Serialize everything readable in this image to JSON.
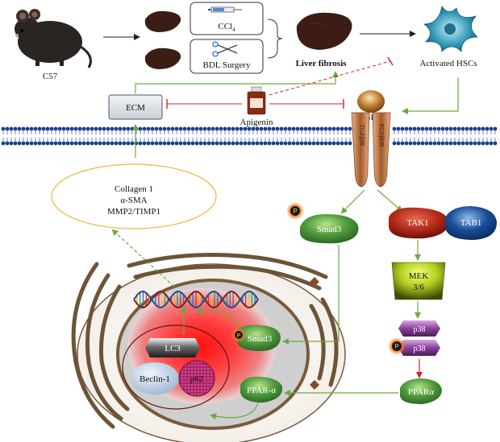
{
  "figure": {
    "mouse_label": "C57",
    "ccl4_label": "CCl",
    "ccl4_subscript": "4",
    "bdl_label": "BDL Surgery",
    "liver_fibrosis_label": "Liver fibrosis",
    "activated_hsc_label": "Activated HSCs",
    "ecm_label": "ECM",
    "apigenin_label": "Apigenin",
    "tgfb_label": "TGF-β",
    "receptor1_label": "TGFβIR",
    "receptor2_label": "TGFβIIR",
    "markers": [
      "Collagen 1",
      "α-SMA",
      "MMP2/TIMP1"
    ],
    "smad3_label": "Smad3",
    "tak1_label": "TAK1",
    "tab1_label": "TAB1",
    "mek_label_1": "MEK",
    "mek_label_2": "3/6",
    "p38_label": "p38",
    "ppar_alpha_label": "PPARα",
    "ppar_alpha_nuclear_label": "PPAR-α",
    "lc3_label": "LC3",
    "beclin_label": "Beclin-1",
    "p62_label": "p62",
    "phospho_label": "P",
    "colors": {
      "activation_arrow": "#6aab3c",
      "inhibition_line": "#d42020",
      "smad3": "#4f9a3e",
      "tak1": "#b02818",
      "tab1": "#1a4f9a",
      "mek": "#7ea51c",
      "p38": "#7b3a8a",
      "membrane": "#1c3e8c",
      "nucleus_glow": "#e52222",
      "p62": "#b0246a"
    }
  }
}
